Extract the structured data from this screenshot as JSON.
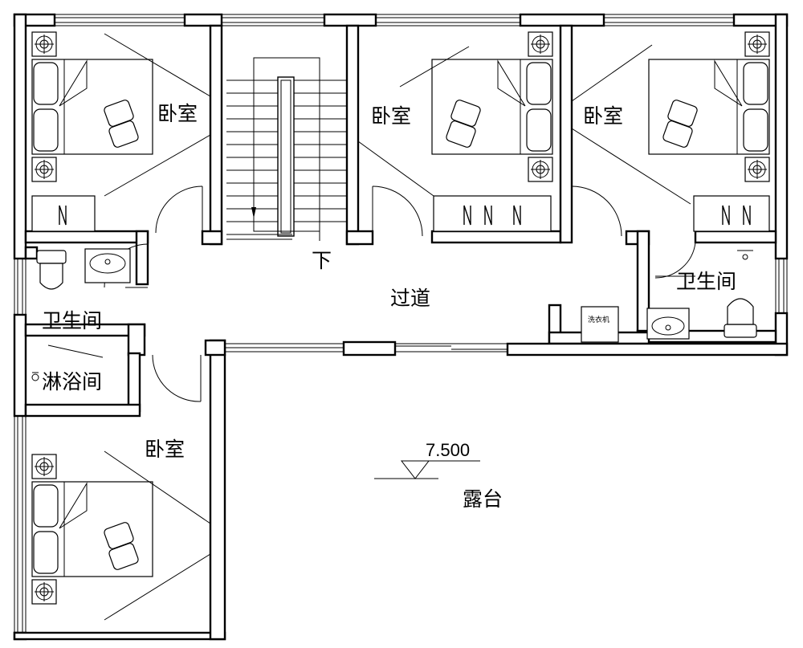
{
  "rooms": {
    "bedroom_top_left": "卧室",
    "bedroom_top_middle": "卧室",
    "bedroom_top_right": "卧室",
    "bedroom_bottom_left": "卧室",
    "bathroom_left": "卫生间",
    "bathroom_right": "卫生间",
    "shower_room": "淋浴间",
    "corridor": "过道",
    "terrace": "露台"
  },
  "stair": {
    "direction_label": "下"
  },
  "appliances": {
    "washing_machine": "洗衣机"
  },
  "elevation": {
    "value": "7.500"
  },
  "icons": [
    "bed-icon",
    "wardrobe-icon",
    "toilet-icon",
    "washbasin-icon",
    "shower-icon",
    "washing-machine-icon",
    "elevation-marker-icon",
    "stair-arrow-icon"
  ]
}
